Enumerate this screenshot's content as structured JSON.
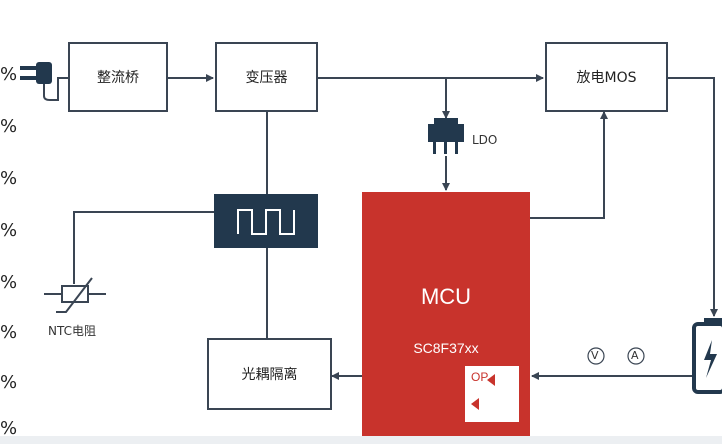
{
  "margin_marks": [
    "%",
    "%",
    "%",
    "%",
    "%",
    "%",
    "%",
    "%"
  ],
  "blocks": {
    "rectifier": "整流桥",
    "transformer": "变压器",
    "discharge_mos": "放电MOS",
    "optocoupler": "光耦隔离"
  },
  "ldo_label": "LDO",
  "ntc_label": "NTC电阻",
  "mcu": {
    "title": "MCU",
    "model": "SC8F37xx",
    "op_label": "OP"
  },
  "meters": {
    "voltage": "V",
    "current": "A"
  },
  "colors": {
    "mcu": "#c8332c",
    "dark": "#22384d",
    "line": "#3a4553"
  }
}
